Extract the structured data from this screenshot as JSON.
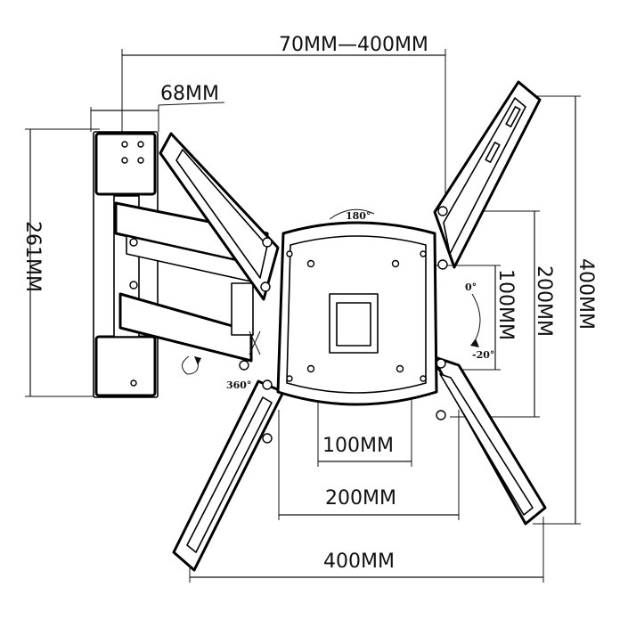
{
  "dimensions": {
    "vesa_range": "70MM—400MM",
    "wall_plate_width": "68MM",
    "wall_plate_height": "261MM",
    "vertical_100": "100MM",
    "vertical_200": "200MM",
    "vertical_400": "400MM",
    "horizontal_100": "100MM",
    "horizontal_200": "200MM",
    "horizontal_400": "400MM"
  },
  "angles": {
    "swivel": "180°",
    "rotation": "360°",
    "tilt_top": "0°",
    "tilt_bottom": "-20°"
  }
}
